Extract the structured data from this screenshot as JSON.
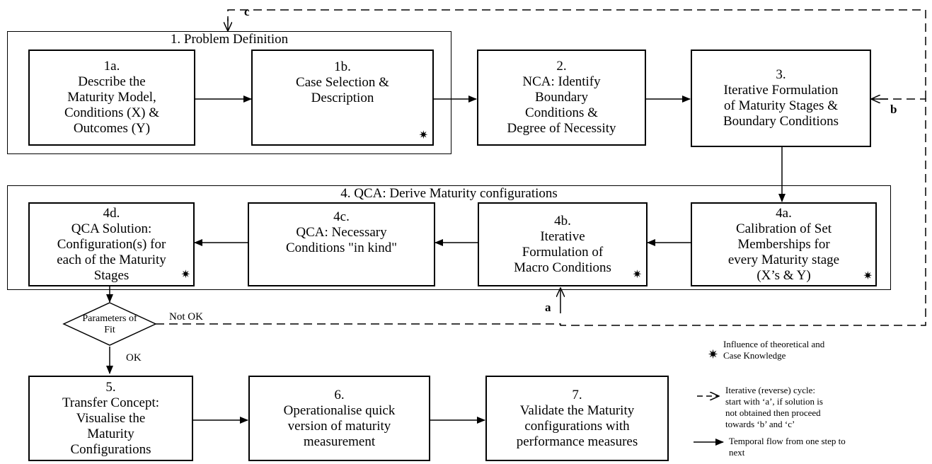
{
  "groups": {
    "problem_definition": "1. Problem Definition",
    "qca": "4. QCA: Derive Maturity configurations"
  },
  "steps": {
    "s1a": [
      "1a.",
      "Describe the",
      "Maturity Model,",
      "Conditions  (X) &",
      "Outcomes (Y)"
    ],
    "s1b": [
      "1b.",
      "Case Selection &",
      "Description"
    ],
    "s2": [
      "2.",
      "NCA: Identify",
      "Boundary",
      "Conditions &",
      "Degree of Necessity"
    ],
    "s3": [
      "3.",
      "Iterative Formulation",
      "of Maturity Stages &",
      "Boundary Conditions"
    ],
    "s4a": [
      "4a.",
      "Calibration of Set",
      "Memberships  for",
      "every Maturity stage",
      "(X’s & Y)"
    ],
    "s4b": [
      "4b.",
      "Iterative",
      "Formulation of",
      "Macro Conditions"
    ],
    "s4c": [
      "4c.",
      "QCA: Necessary",
      "Conditions \"in kind\""
    ],
    "s4d": [
      "4d.",
      "QCA Solution:",
      "Configuration(s) for",
      "each of the Maturity",
      "Stages"
    ],
    "s5": [
      "5.",
      "Transfer Concept:",
      "Visualise the",
      "Maturity",
      "Configurations"
    ],
    "s6": [
      "6.",
      "Operationalise quick",
      "version of maturity",
      "measurement"
    ],
    "s7": [
      "7.",
      "Validate the Maturity",
      "configurations with",
      "performance measures"
    ]
  },
  "decision": {
    "text": [
      "Parameters of",
      "Fit"
    ],
    "not_ok": "Not OK",
    "ok": "OK"
  },
  "cycle_labels": {
    "a": "a",
    "b": "b",
    "c": "c"
  },
  "legend": {
    "influence": [
      "Influence of  theoretical and",
      "Case Knowledge"
    ],
    "iterative": [
      "Iterative (reverse) cycle:",
      "start with ‘a’, if solution is",
      "not obtained then proceed",
      "towards ‘b’ and ‘c’"
    ],
    "temporal": [
      "Temporal flow from one step to",
      "next"
    ]
  },
  "star_glyph": "✷"
}
